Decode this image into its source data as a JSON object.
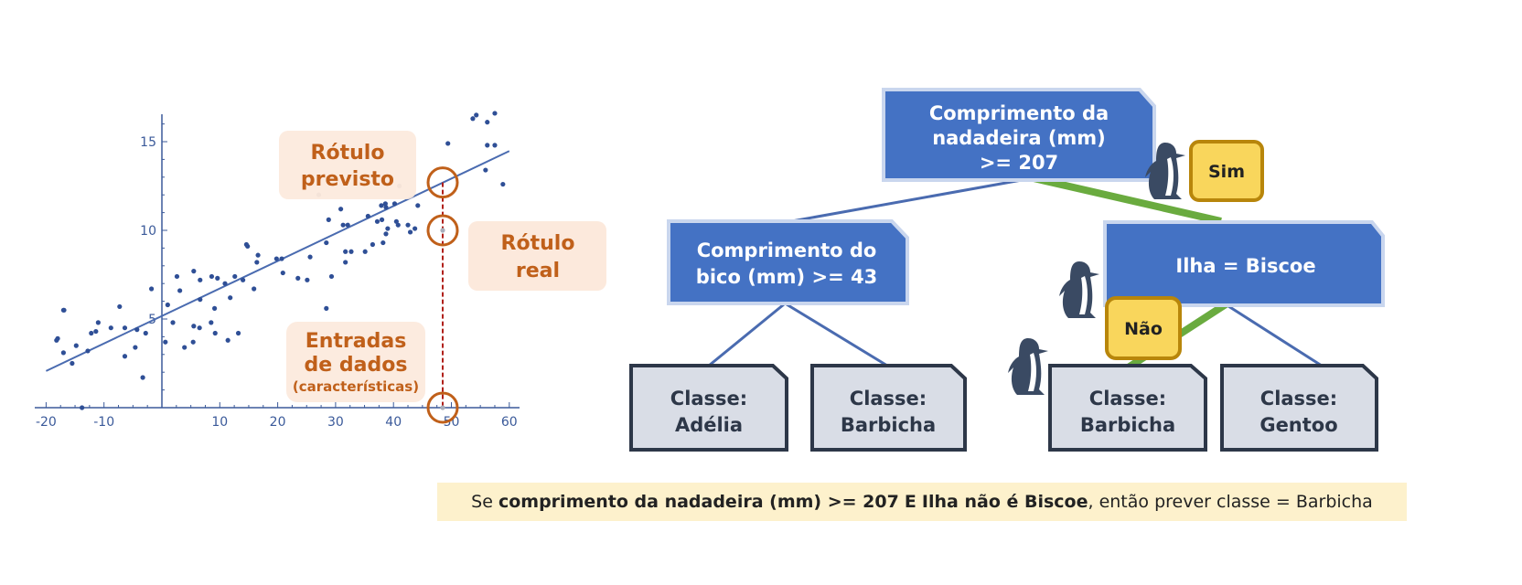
{
  "colors": {
    "axis": "#3b5a9a",
    "point": "#2f4f96",
    "point_highlight": "#a9aebb",
    "regression_line": "#4a6bb0",
    "callout_text": "#c0601a",
    "callout_bg": "#fce9dc",
    "dashed_line": "#b0201a",
    "decision_node": "#4472c4",
    "leaf_fill": "#d9dde6",
    "leaf_border": "#2d3748",
    "true_edge": "#6aab3f",
    "badge_fill": "#f9d65c",
    "footer_bg": "#fdf1cc"
  },
  "chart_data": {
    "type": "scatter",
    "x_ticks": [
      "-20",
      "-10",
      "10",
      "20",
      "30",
      "40",
      "50",
      "60"
    ],
    "x_tick_values": [
      -20,
      -10,
      10,
      20,
      30,
      40,
      50,
      60
    ],
    "y_ticks": [
      "5",
      "10",
      "15"
    ],
    "y_tick_values": [
      5,
      10,
      15
    ],
    "xlim": [
      -21,
      61
    ],
    "ylim": [
      0,
      17
    ],
    "grid": false,
    "regression": {
      "intercept": 5.17,
      "slope": 0.155
    },
    "points": [
      [
        -18.2,
        3.8
      ],
      [
        -18.0,
        3.9
      ],
      [
        -17.0,
        5.5
      ],
      [
        -16.9,
        5.5
      ],
      [
        -17.0,
        3.1
      ],
      [
        -15.5,
        2.5
      ],
      [
        -14.8,
        3.5
      ],
      [
        -13.8,
        0.0
      ],
      [
        -12.8,
        3.2
      ],
      [
        -12.2,
        4.2
      ],
      [
        -11.4,
        4.3
      ],
      [
        -11.0,
        4.8
      ],
      [
        -8.8,
        4.5
      ],
      [
        -7.3,
        5.7
      ],
      [
        -6.4,
        4.5
      ],
      [
        -6.4,
        2.9
      ],
      [
        -4.6,
        3.4
      ],
      [
        -4.3,
        4.4
      ],
      [
        -3.3,
        1.7
      ],
      [
        -2.8,
        4.2
      ],
      [
        -1.8,
        6.7
      ],
      [
        0.6,
        3.7
      ],
      [
        1.0,
        5.8
      ],
      [
        1.9,
        4.8
      ],
      [
        2.6,
        7.4
      ],
      [
        3.1,
        6.6
      ],
      [
        3.9,
        3.4
      ],
      [
        5.4,
        3.7
      ],
      [
        5.5,
        4.6
      ],
      [
        5.5,
        7.7
      ],
      [
        6.5,
        4.5
      ],
      [
        6.6,
        7.2
      ],
      [
        6.6,
        6.1
      ],
      [
        8.6,
        7.4
      ],
      [
        9.1,
        5.6
      ],
      [
        9.2,
        4.2
      ],
      [
        9.6,
        7.3
      ],
      [
        8.5,
        4.8
      ],
      [
        10.9,
        7.0
      ],
      [
        11.4,
        3.8
      ],
      [
        11.8,
        6.2
      ],
      [
        12.6,
        7.4
      ],
      [
        13.2,
        4.2
      ],
      [
        14.0,
        7.2
      ],
      [
        14.6,
        9.2
      ],
      [
        14.8,
        9.1
      ],
      [
        15.9,
        6.7
      ],
      [
        16.4,
        8.2
      ],
      [
        16.6,
        8.6
      ],
      [
        19.8,
        8.4
      ],
      [
        20.7,
        8.4
      ],
      [
        20.9,
        7.6
      ],
      [
        23.5,
        7.3
      ],
      [
        25.1,
        7.2
      ],
      [
        25.6,
        8.5
      ],
      [
        28.4,
        9.3
      ],
      [
        28.4,
        5.6
      ],
      [
        28.8,
        10.6
      ],
      [
        29.3,
        7.4
      ],
      [
        30.9,
        11.2
      ],
      [
        31.3,
        10.3
      ],
      [
        31.7,
        8.8
      ],
      [
        31.7,
        8.2
      ],
      [
        32.1,
        10.3
      ],
      [
        32.7,
        8.8
      ],
      [
        35.1,
        8.8
      ],
      [
        35.6,
        10.8
      ],
      [
        36.4,
        9.2
      ],
      [
        37.2,
        10.5
      ],
      [
        37.9,
        11.4
      ],
      [
        38.0,
        10.6
      ],
      [
        38.2,
        9.3
      ],
      [
        38.6,
        11.5
      ],
      [
        38.7,
        11.3
      ],
      [
        38.7,
        9.8
      ],
      [
        39.0,
        10.1
      ],
      [
        40.2,
        11.5
      ],
      [
        40.5,
        10.5
      ],
      [
        40.8,
        10.3
      ],
      [
        42.5,
        10.3
      ],
      [
        42.9,
        9.9
      ],
      [
        43.7,
        10.1
      ],
      [
        44.2,
        11.4
      ],
      [
        49.4,
        14.9
      ],
      [
        53.7,
        16.3
      ],
      [
        54.3,
        16.5
      ],
      [
        56.2,
        16.1
      ],
      [
        57.5,
        16.6
      ],
      [
        56.2,
        14.8
      ],
      [
        57.5,
        14.8
      ],
      [
        55.9,
        13.4
      ],
      [
        58.9,
        12.6
      ]
    ],
    "faded_points": [
      [
        27.1,
        12.0
      ],
      [
        41.0,
        12.5
      ]
    ],
    "highlight": {
      "x": 48.5,
      "actual": 10.0,
      "predicted": 12.7
    }
  },
  "callouts": {
    "predicted": [
      "Rótulo",
      "previsto"
    ],
    "actual": [
      "Rótulo",
      "real"
    ],
    "inputs": [
      "Entradas",
      "de dados",
      "(características)"
    ]
  },
  "tree": {
    "root": [
      "Comprimento da",
      "nadadeira (mm)",
      ">= 207"
    ],
    "left": [
      "Comprimento do",
      "bico (mm) >= 43"
    ],
    "right": [
      "Ilha = Biscoe"
    ],
    "leaves": [
      [
        "Classe:",
        "Adélia"
      ],
      [
        "Classe:",
        "Barbicha"
      ],
      [
        "Classe:",
        "Barbicha"
      ],
      [
        "Classe:",
        "Gentoo"
      ]
    ],
    "badge_yes": "Sim",
    "badge_no": "Não"
  },
  "footer": {
    "segments": [
      {
        "text": "Se ",
        "bold": false
      },
      {
        "text": "comprimento da nadadeira (mm) >= 207",
        "bold": true
      },
      {
        "text": " ",
        "bold": false
      },
      {
        "text": "E",
        "bold": true
      },
      {
        "text": " ",
        "bold": false
      },
      {
        "text": "Ilha não é Biscoe",
        "bold": true
      },
      {
        "text": ", então prever classe = Barbicha",
        "bold": false
      }
    ]
  }
}
